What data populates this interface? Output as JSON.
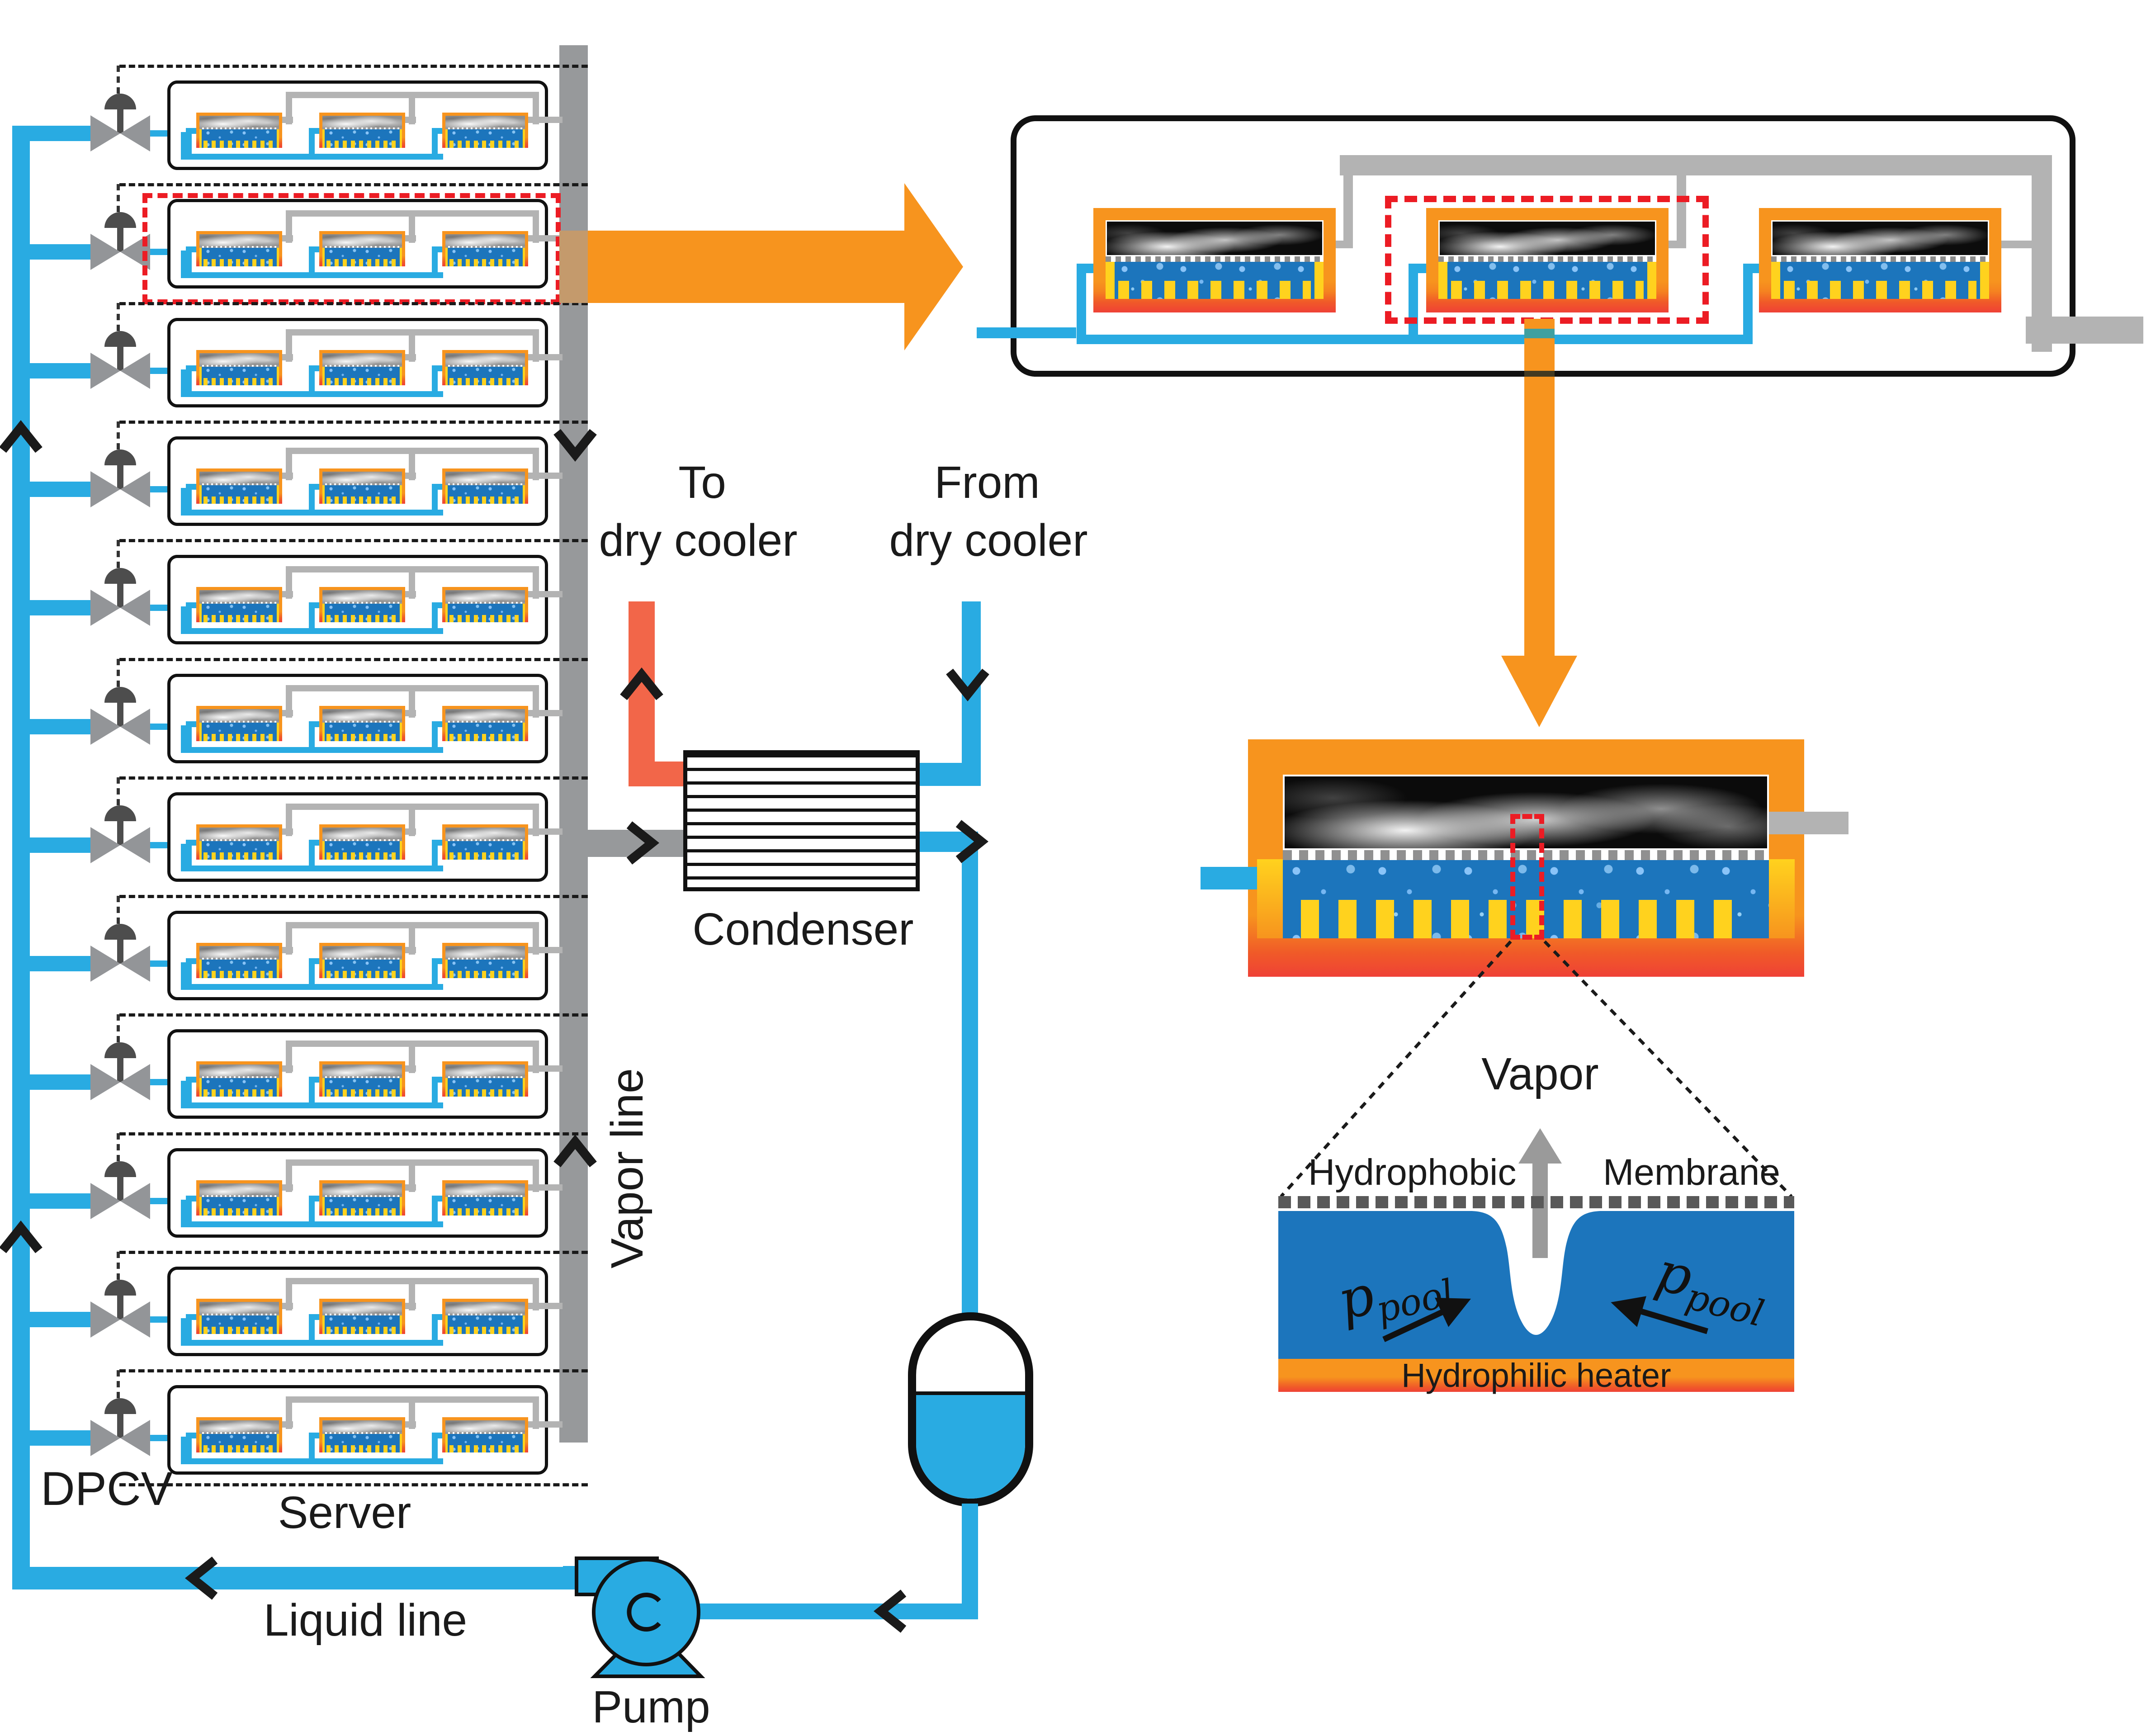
{
  "figure": {
    "type": "two-phase liquid cooling system schematic",
    "labels": {
      "dpcv": "DPCV",
      "server": "Server",
      "liquid_line": "Liquid line",
      "vapor_line": "Vapor line",
      "pump": "Pump",
      "condenser": "Condenser",
      "to_dry_cooler_line1": "To",
      "to_dry_cooler_line2": "dry cooler",
      "from_dry_cooler_line1": "From",
      "from_dry_cooler_line2": "dry cooler",
      "vapor": "Vapor",
      "hydrophobic": "Hydrophobic",
      "membrane": "Membrane",
      "hydrophilic_heater": "Hydrophilic heater",
      "p_symbol": "p",
      "p_subscript": "pool"
    }
  },
  "rack": {
    "server_count": 12,
    "modules_per_server": 3,
    "highlighted_server_index": 2,
    "rows": [
      {
        "highlighted": false
      },
      {
        "highlighted": true
      },
      {
        "highlighted": false
      },
      {
        "highlighted": false
      },
      {
        "highlighted": false
      },
      {
        "highlighted": false
      },
      {
        "highlighted": false
      },
      {
        "highlighted": false
      },
      {
        "highlighted": false
      },
      {
        "highlighted": false
      },
      {
        "highlighted": false
      },
      {
        "highlighted": false
      }
    ]
  },
  "zoom_views": {
    "server_zoom_modules": 3,
    "highlighted_module_index": 2
  },
  "colors": {
    "liquid": "#29ABE2",
    "pool": "#1C75BC",
    "vapor_pipe": "#B3B3B3",
    "manifold": "#97999B",
    "heater_orange": "#F7941E",
    "heater_red": "#EF4136",
    "fin_yellow": "#FFD21E",
    "highlight_red": "#EC1C24",
    "coolant_out": "#F26649",
    "arrow_orange": "#F7941E",
    "valve_gray": "#939598",
    "actuator_gray": "#4D4D4D"
  }
}
